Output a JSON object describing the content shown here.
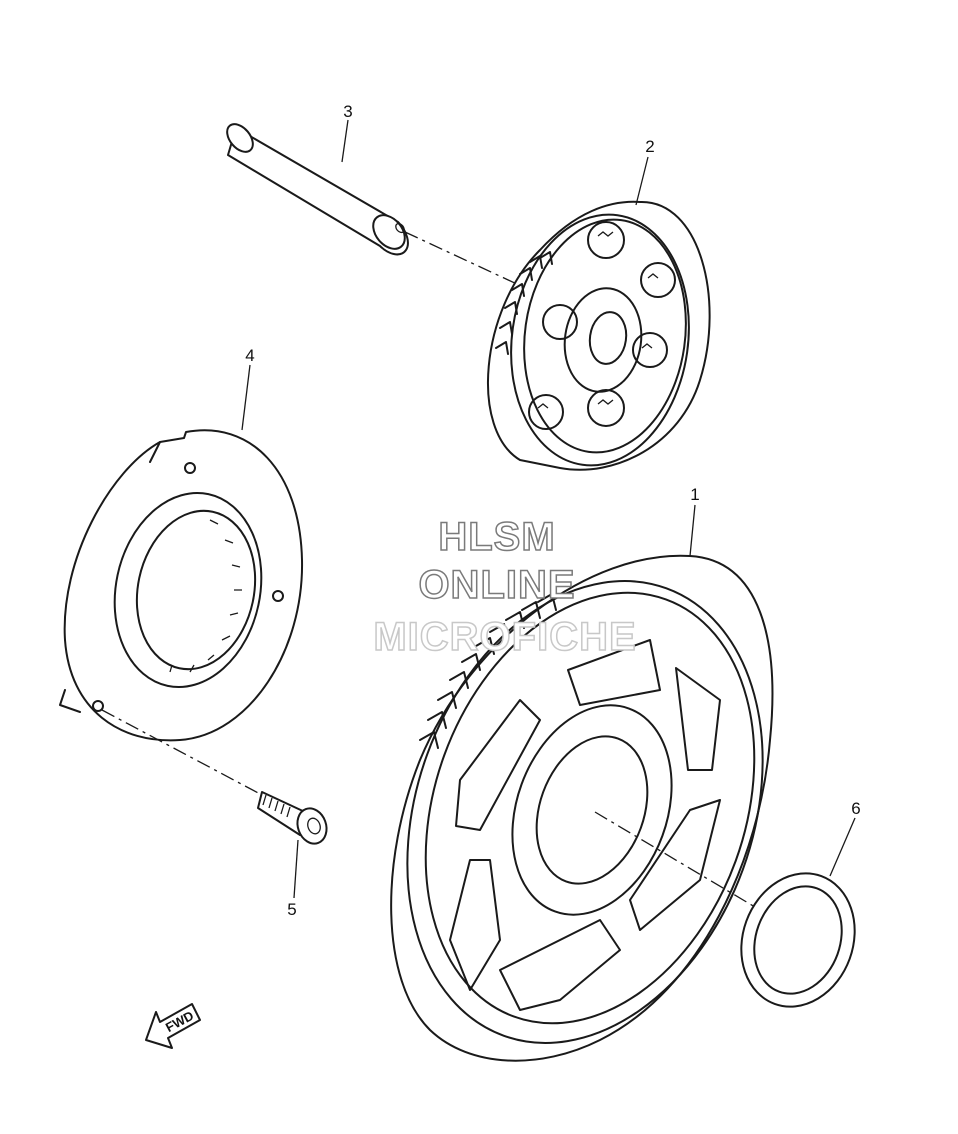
{
  "callouts": [
    {
      "id": "1",
      "label": "1"
    },
    {
      "id": "2",
      "label": "2"
    },
    {
      "id": "3",
      "label": "3"
    },
    {
      "id": "4",
      "label": "4"
    },
    {
      "id": "5",
      "label": "5"
    },
    {
      "id": "6",
      "label": "6"
    }
  ],
  "watermark": {
    "line1": "HLSM",
    "line2": "ONLINE",
    "line3": "MICROFICHE"
  },
  "direction_badge": "FWD",
  "colors": {
    "line": "#1a1a1a",
    "background": "#ffffff",
    "watermark_outline": "#7a7a7a"
  }
}
